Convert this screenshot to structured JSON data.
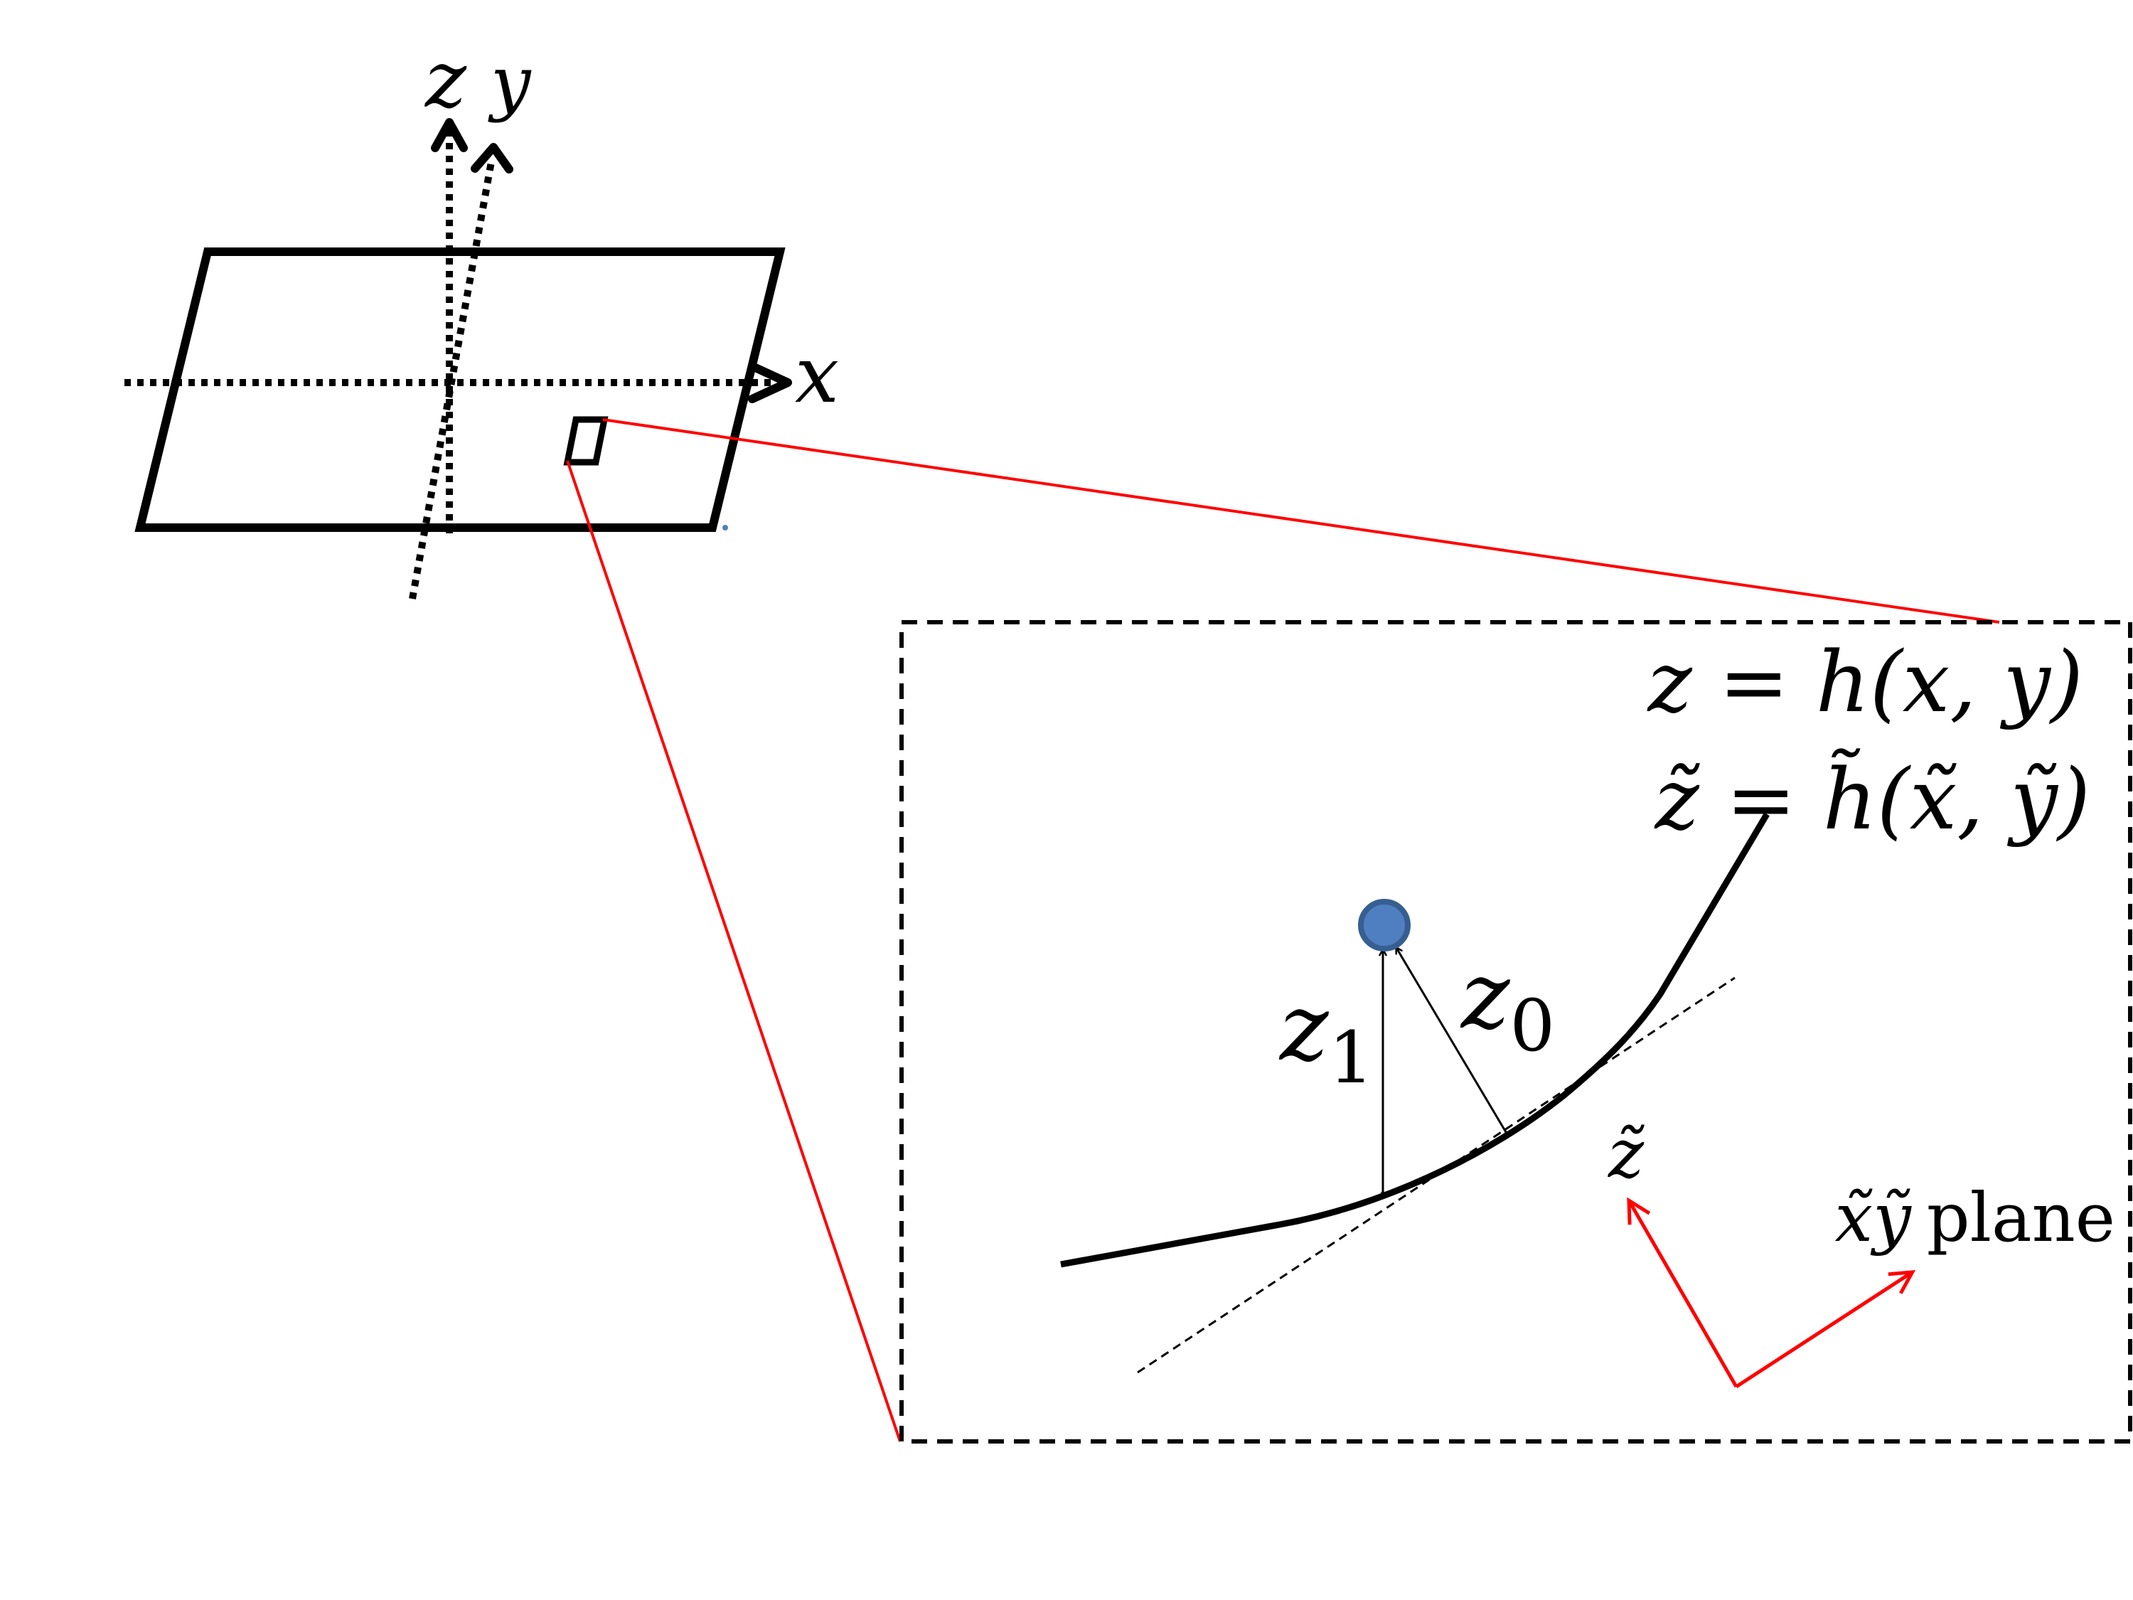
{
  "axes": {
    "z_label": "z",
    "y_label": "y",
    "x_label": "x"
  },
  "equations": {
    "surface": "z = h(x, y)",
    "surface_local": "z̃ = h̃(x̃, ỹ)"
  },
  "distances": {
    "z1_base": "z",
    "z1_sub": "1",
    "z0_base": "z",
    "z0_sub": "0"
  },
  "local_frame": {
    "normal_label": "z̃",
    "plane_label_vars": "x̃ỹ",
    "plane_label_word": "plane"
  },
  "colors": {
    "line": "#000000",
    "zoom_lines": "#ff0000",
    "local_axes": "#ff0000",
    "point_fill": "#4f7fc0",
    "point_stroke": "#365f91"
  }
}
